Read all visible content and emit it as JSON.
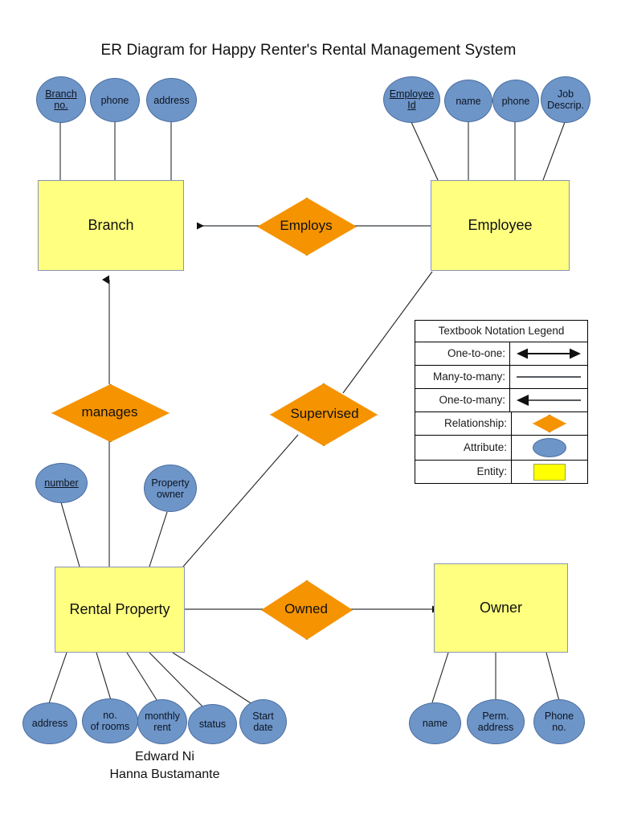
{
  "title": "ER Diagram for Happy Renter's Rental Management System",
  "authors": "Edward Ni\nHanna Bustamante",
  "entities": [
    {
      "id": "branch",
      "label": "Branch"
    },
    {
      "id": "employee",
      "label": "Employee"
    },
    {
      "id": "rental",
      "label": "Rental Property"
    },
    {
      "id": "owner",
      "label": "Owner"
    }
  ],
  "relationships": [
    {
      "id": "employs",
      "label": "Employs",
      "from": "Employee",
      "to": "Branch",
      "cardinality": "One-to-many"
    },
    {
      "id": "manages",
      "label": "manages",
      "from": "Rental Property",
      "to": "Branch",
      "cardinality": "One-to-many"
    },
    {
      "id": "supervised",
      "label": "Supervised",
      "from": "Employee",
      "to": "Rental Property",
      "cardinality": "Many-to-many"
    },
    {
      "id": "owned",
      "label": "Owned",
      "from": "Rental Property",
      "to": "Owner",
      "cardinality": "One-to-many"
    }
  ],
  "attributes": {
    "branch": [
      {
        "label": "Branch\nno.",
        "key": true
      },
      {
        "label": "phone",
        "key": false
      },
      {
        "label": "address",
        "key": false
      }
    ],
    "employee": [
      {
        "label": "Employee\nId",
        "key": true
      },
      {
        "label": "name",
        "key": false
      },
      {
        "label": "phone",
        "key": false
      },
      {
        "label": "Job\nDescrip.",
        "key": false
      }
    ],
    "rental_top": [
      {
        "label": "number",
        "key": true
      },
      {
        "label": "Property\nowner",
        "key": false
      }
    ],
    "rental_bottom": [
      {
        "label": "address",
        "key": false
      },
      {
        "label": "no.\nof rooms",
        "key": false
      },
      {
        "label": "monthly\nrent",
        "key": false
      },
      {
        "label": "status",
        "key": false
      },
      {
        "label": "Start\ndate",
        "key": false
      }
    ],
    "owner": [
      {
        "label": "name",
        "key": false
      },
      {
        "label": "Perm.\naddress",
        "key": false
      },
      {
        "label": "Phone\nno.",
        "key": false
      }
    ]
  },
  "legend": {
    "title": "Textbook Notation Legend",
    "rows": [
      {
        "label": "One-to-one:",
        "symbol": "double-arrow-line"
      },
      {
        "label": "Many-to-many:",
        "symbol": "plain-line"
      },
      {
        "label": "One-to-many:",
        "symbol": "left-arrow-line"
      },
      {
        "label": "Relationship:",
        "symbol": "orange-diamond"
      },
      {
        "label": "Attribute:",
        "symbol": "blue-ellipse"
      },
      {
        "label": "Entity:",
        "symbol": "yellow-rectangle"
      }
    ]
  },
  "colors": {
    "entity_fill": "#FFFF80",
    "relationship_fill": "#F59300",
    "attribute_fill": "#6E95C8",
    "line": "#555A5E",
    "background": "#FFFFFF"
  }
}
